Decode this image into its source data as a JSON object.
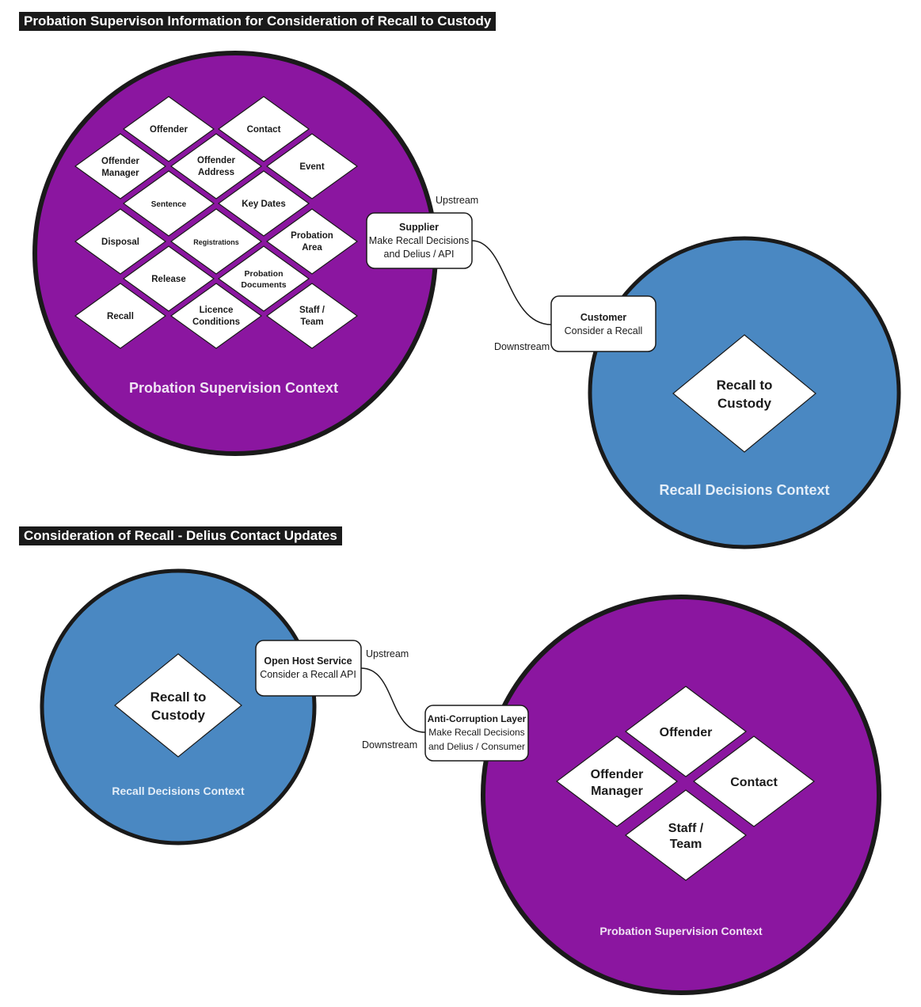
{
  "section1": {
    "title": "Probation Supervison Information for Consideration of Recall to Custody",
    "probation_context": {
      "label": "Probation Supervision Context",
      "entities": {
        "offender": "Offender",
        "contact": "Contact",
        "offender_manager": [
          "Offender",
          "Manager"
        ],
        "offender_address": [
          "Offender",
          "Address"
        ],
        "event": "Event",
        "sentence": "Sentence",
        "key_dates": "Key Dates",
        "disposal": "Disposal",
        "registrations": "Registrations",
        "probation_area": [
          "Probation",
          "Area"
        ],
        "release": "Release",
        "probation_documents": [
          "Probation",
          "Documents"
        ],
        "recall": "Recall",
        "licence_conditions": [
          "Licence",
          "Conditions"
        ],
        "staff_team": [
          "Staff /",
          "Team"
        ]
      }
    },
    "recall_context": {
      "label": "Recall Decisions Context",
      "entity": [
        "Recall to",
        "Custody"
      ]
    },
    "supplier": {
      "title": "Supplier",
      "line1": "Make Recall Decisions",
      "line2": "and Delius / API"
    },
    "customer": {
      "title": "Customer",
      "line1": "Consider a Recall"
    },
    "upstream_label": "Upstream",
    "downstream_label": "Downstream"
  },
  "section2": {
    "title": "Consideration of Recall - Delius Contact Updates",
    "recall_context": {
      "label": "Recall Decisions Context",
      "entity": [
        "Recall to",
        "Custody"
      ]
    },
    "probation_context": {
      "label": "Probation Supervision Context",
      "entities": {
        "offender": "Offender",
        "offender_manager": [
          "Offender",
          "Manager"
        ],
        "contact": "Contact",
        "staff_team": [
          "Staff /",
          "Team"
        ]
      }
    },
    "open_host": {
      "title": "Open Host Service",
      "line1": "Consider a Recall API"
    },
    "acl": {
      "title": "Anti-Corruption Layer",
      "line1": "Make Recall Decisions",
      "line2": "and Delius / Consumer"
    },
    "upstream_label": "Upstream",
    "downstream_label": "Downstream"
  },
  "colors": {
    "purple": "#8b16a0",
    "blue": "#4a88c2",
    "outline": "#1a1a1a"
  }
}
